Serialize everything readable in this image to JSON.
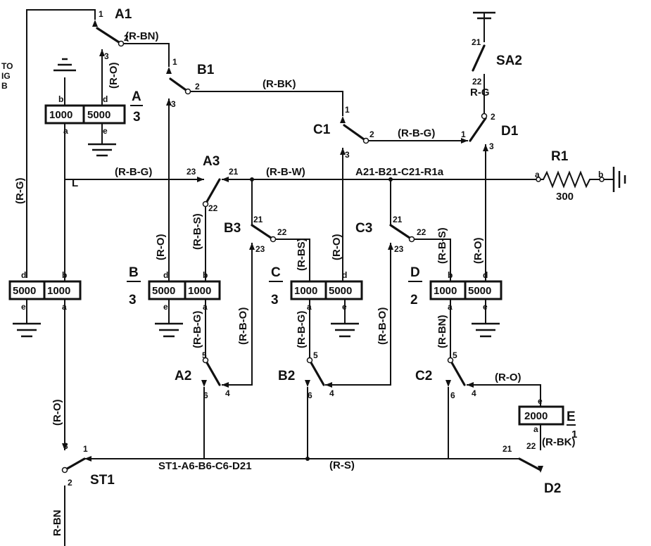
{
  "labels": {
    "A1": "A1",
    "B1": "B1",
    "C1": "C1",
    "D1": "D1",
    "A2": "A2",
    "B2": "B2",
    "C2": "C2",
    "D2": "D2",
    "A3": "A3",
    "B3": "B3",
    "C3": "C3",
    "SA2": "SA2",
    "ST1": "ST1",
    "R1": "R1",
    "E": "E",
    "r1_value": "300",
    "net_top": "A21-B21-C21-R1a",
    "net_bottom": "ST1-A6-B6-C6-D21",
    "edge_left": "TO\nIG\nB"
  },
  "wires": {
    "r_g": "(R-G)",
    "r_bn": "(R-BN)",
    "r_o": "(R-O)",
    "r_bk": "(R-BK)",
    "r_b_g": "(R-B-G)",
    "r_b_w": "(R-B-W)",
    "r_b_s": "(R-B-S)",
    "r_bs": "(R-BS)",
    "r_b_o": "(R-B-O)",
    "r_bn_plain": "R-BN",
    "r_g_plain": "R-G",
    "r_s": "(R-S)"
  },
  "units": {
    "A": {
      "name": "A",
      "num": "3",
      "left": "1000",
      "right": "5000"
    },
    "B": {
      "name": "B",
      "num": "3",
      "left": "5000",
      "right": "1000"
    },
    "C": {
      "name": "C",
      "num": "3",
      "left": "1000",
      "right": "5000"
    },
    "D": {
      "name": "D",
      "num": "2",
      "left": "1000",
      "right": "5000"
    },
    "Left": {
      "left": "5000",
      "right": "1000"
    },
    "E": {
      "name": "E",
      "num": "1",
      "value": "2000"
    }
  },
  "pins": {
    "one": "1",
    "two": "2",
    "three": "3",
    "four": "4",
    "five": "5",
    "six": "6",
    "twentyone": "21",
    "twentytwo": "22",
    "twentythree": "23",
    "a": "a",
    "b": "b",
    "d": "d",
    "e": "e",
    "L": "L"
  }
}
